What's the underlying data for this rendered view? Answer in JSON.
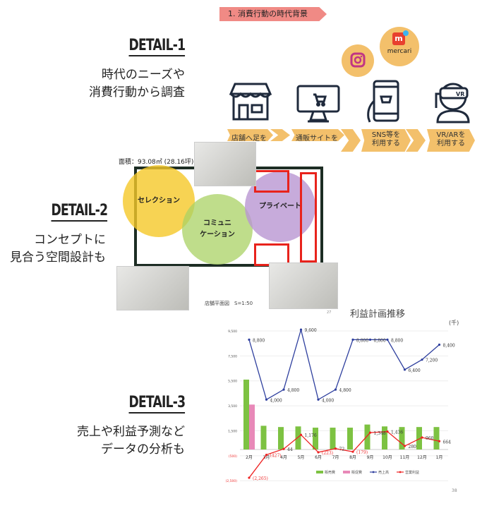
{
  "detail1": {
    "heading": "DETAIL-1",
    "lines": [
      "時代のニーズや",
      "消費行動から調査"
    ]
  },
  "detail2": {
    "heading": "DETAIL-2",
    "lines": [
      "コンセプトに",
      "見合う空間設計も"
    ]
  },
  "detail3": {
    "heading": "DETAIL-3",
    "lines": [
      "売上や利益予測など",
      "データの分析も"
    ]
  },
  "timeline": {
    "title": "1. 消費行動の時代背景",
    "steps": [
      "店舗へ足を",
      "通販サイトを",
      "SNS等を\n利用する",
      "VR/ARを\n利用する"
    ],
    "mercari": "mercari",
    "vr": "VR"
  },
  "floorplan": {
    "area": "面積：93.08㎡ (28.16坪)",
    "zones": [
      "セレクション",
      "コミュニ\nケーション",
      "プライベート"
    ],
    "caption": "店舗平面図　S=1:50",
    "page": "27"
  },
  "chart_data": {
    "type": "bar+line",
    "title": "利益計画推移",
    "unit": "(千)",
    "categories": [
      "2月",
      "3月",
      "4月",
      "5月",
      "6月",
      "7月",
      "8月",
      "9月",
      "10月",
      "11月",
      "12月",
      "1月"
    ],
    "yticks": [
      "9,500",
      "7,500",
      "5,500",
      "3,500",
      "1,500",
      "(500)",
      "(2,500)"
    ],
    "ytick_values": [
      9500,
      7500,
      5500,
      3500,
      1500,
      -500,
      -2500
    ],
    "series": [
      {
        "name": "販売費",
        "type": "bar",
        "color": "#7dc242",
        "values": [
          5600,
          1900,
          1800,
          1850,
          1750,
          1750,
          1750,
          2000,
          1850,
          1800,
          1800,
          1800
        ]
      },
      {
        "name": "販促費",
        "type": "bar",
        "color": "#e889b8",
        "values": [
          3600,
          0,
          0,
          0,
          0,
          0,
          0,
          0,
          0,
          0,
          0,
          0
        ]
      },
      {
        "name": "売上高",
        "type": "line",
        "color": "#2e3f9e",
        "values": [
          8800,
          4000,
          4800,
          9600,
          4000,
          4800,
          8800,
          8800,
          8800,
          6400,
          7200,
          8400
        ],
        "labels": [
          "8,800",
          "4,000",
          "4,800",
          "9,600",
          "4,000",
          "4,800",
          "8,800",
          "8,800",
          "8,800",
          "6,400",
          "7,200",
          "8,400"
        ]
      },
      {
        "name": "営業利益",
        "type": "line",
        "color": "#ee2222",
        "values": [
          -2265,
          -427,
          44,
          1176,
          -223,
          72,
          -179,
          1348,
          1436,
          280,
          960,
          664
        ],
        "labels": [
          "(2,265)",
          "(427)",
          "44",
          "1,176",
          "(223)",
          "72",
          "(179)",
          "1,348",
          "1,436",
          "280",
          "960",
          "664"
        ]
      }
    ],
    "ylim": [
      -2500,
      9500
    ],
    "page": "38"
  }
}
